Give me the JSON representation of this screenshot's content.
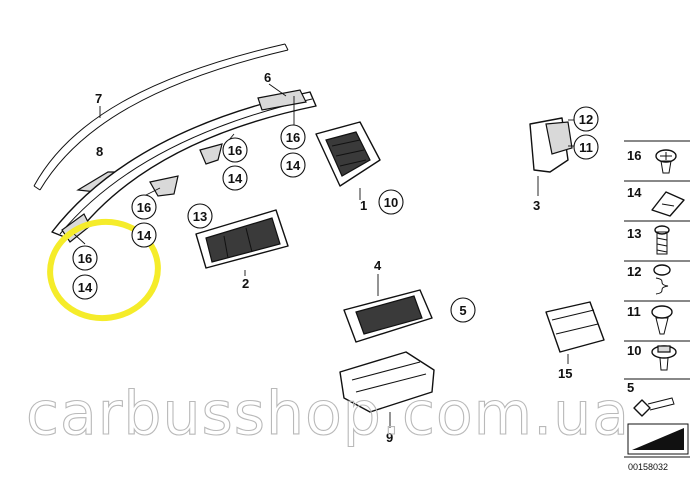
{
  "diagram": {
    "callouts": [
      {
        "id": "c7",
        "text": "7"
      },
      {
        "id": "c8",
        "text": "8"
      },
      {
        "id": "c6",
        "text": "6"
      },
      {
        "id": "c16a",
        "text": "16"
      },
      {
        "id": "c14a",
        "text": "14"
      },
      {
        "id": "c16b",
        "text": "16"
      },
      {
        "id": "c14b",
        "text": "14"
      },
      {
        "id": "c16c",
        "text": "16"
      },
      {
        "id": "c14c",
        "text": "14"
      },
      {
        "id": "c16d",
        "text": "16"
      },
      {
        "id": "c14d",
        "text": "14"
      },
      {
        "id": "c13",
        "text": "13"
      },
      {
        "id": "c1",
        "text": "1"
      },
      {
        "id": "c10",
        "text": "10"
      },
      {
        "id": "c2",
        "text": "2"
      },
      {
        "id": "c12",
        "text": "12"
      },
      {
        "id": "c11",
        "text": "11"
      },
      {
        "id": "c3",
        "text": "3"
      },
      {
        "id": "c4",
        "text": "4"
      },
      {
        "id": "c5",
        "text": "5"
      },
      {
        "id": "c15",
        "text": "15"
      },
      {
        "id": "c9",
        "text": "9"
      }
    ],
    "legend": [
      {
        "id": "l16",
        "text": "16"
      },
      {
        "id": "l14",
        "text": "14"
      },
      {
        "id": "l13",
        "text": "13"
      },
      {
        "id": "l12",
        "text": "12"
      },
      {
        "id": "l11",
        "text": "11"
      },
      {
        "id": "l10",
        "text": "10"
      },
      {
        "id": "l5",
        "text": "5"
      }
    ],
    "doc_id": "00158032"
  },
  "watermark": "carbusshop.com.ua",
  "colors": {
    "highlight": "#f5ec2a",
    "ink": "#111111",
    "watermark": "#b9b9b9"
  }
}
